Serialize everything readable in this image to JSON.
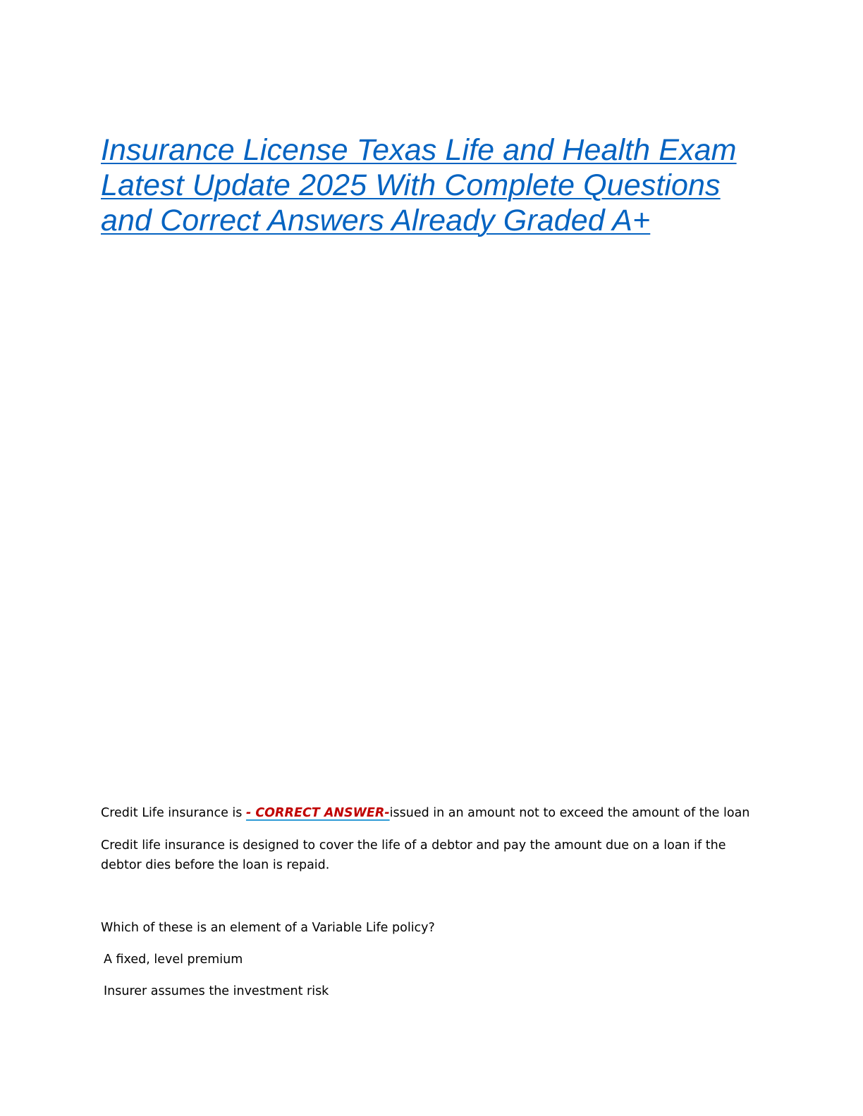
{
  "title": "Insurance License Texas Life and Health Exam Latest Update 2025 With Complete Questions and Correct Answers Already Graded A+",
  "questions": [
    {
      "prompt": "Credit Life insurance is ",
      "answer_tag": "- CORRECT ANSWER-",
      "answer": "issued in an amount not to exceed the amount of the loan",
      "explanation": "Credit life insurance is designed to cover the life of a debtor and pay the amount due on a loan if the debtor dies before the loan is repaid."
    },
    {
      "prompt": "Which of these is an element of a Variable Life policy?",
      "options": [
        "A fixed, level premium",
        "Insurer assumes the investment risk"
      ]
    }
  ],
  "colors": {
    "title": "#0563c1",
    "answer_tag": "#c00000",
    "answer_tag_underline": "#2e9bd6"
  }
}
